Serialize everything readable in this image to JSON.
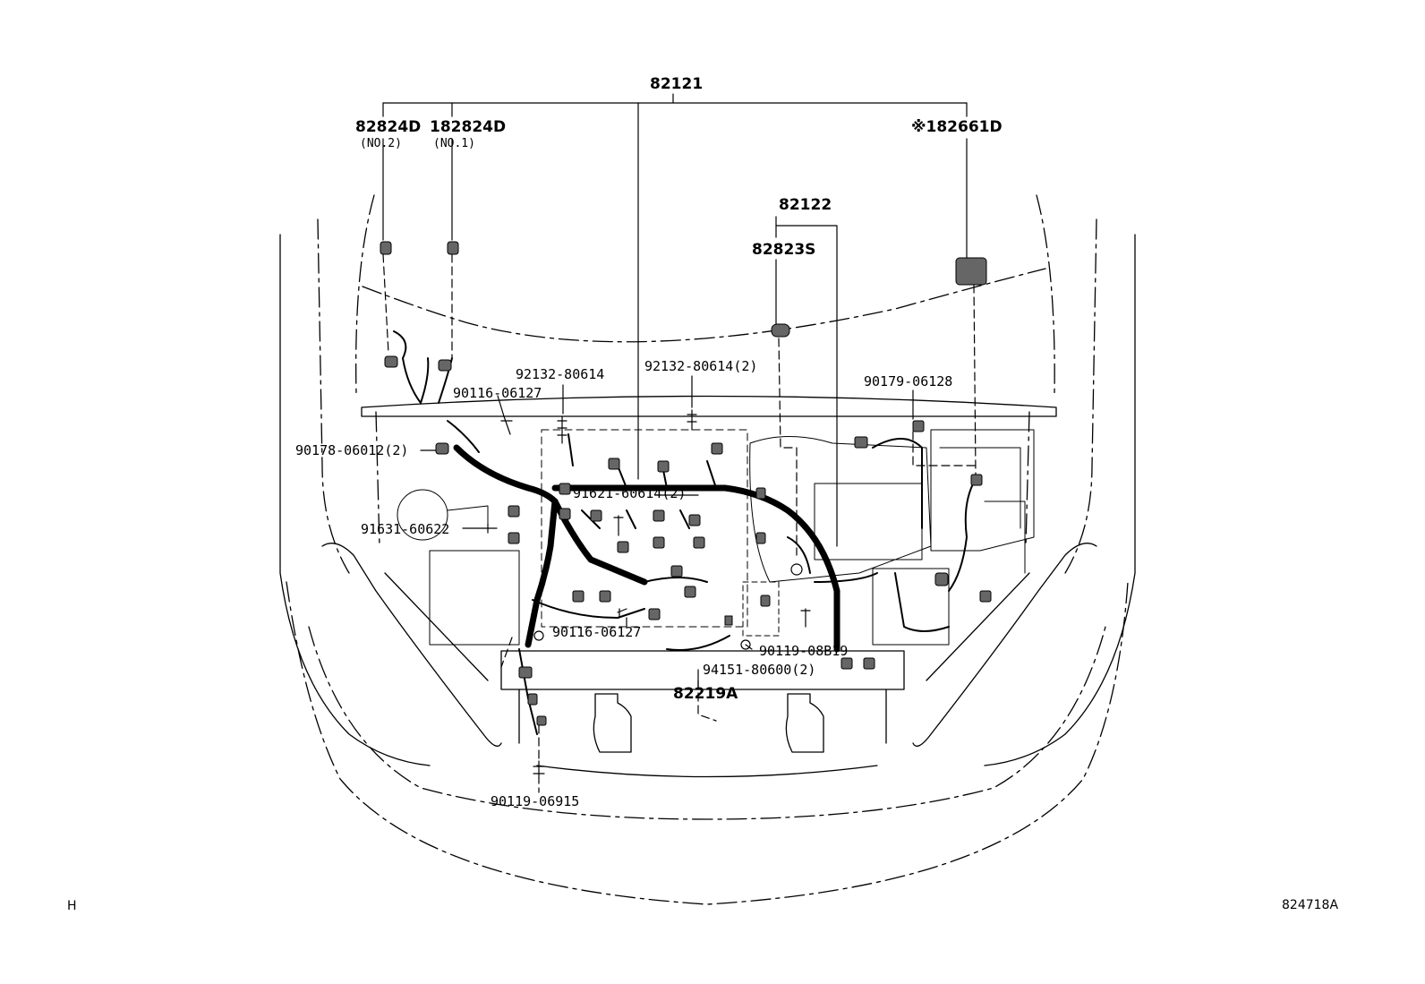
{
  "diagram": {
    "callouts": {
      "harness_main": "82121",
      "bracket_no2": "82824D",
      "bracket_no2_note": "(NO.2)",
      "bracket_no1": "182824D",
      "bracket_no1_note": "(NO.1)",
      "protector_right": "※182661D",
      "harness_sub": "82122",
      "clamp_82823s": "82823S",
      "bolt_92132_a": "92132-80614",
      "bolt_92132_b": "92132-80614(2)",
      "bolt_90116_a": "90116-06127",
      "nut_90179": "90179-06128",
      "nut_90178": "90178-06012(2)",
      "bolt_91621": "91621-60614(2)",
      "bolt_91631": "91631-60622",
      "bolt_90116_b": "90116-06127",
      "bolt_90119_08b19": "90119-08B19",
      "nut_94151": "94151-80600(2)",
      "harness_82219a": "82219A",
      "bolt_90119_06915": "90119-06915"
    },
    "corner_left": "H",
    "corner_right": "824718A"
  }
}
